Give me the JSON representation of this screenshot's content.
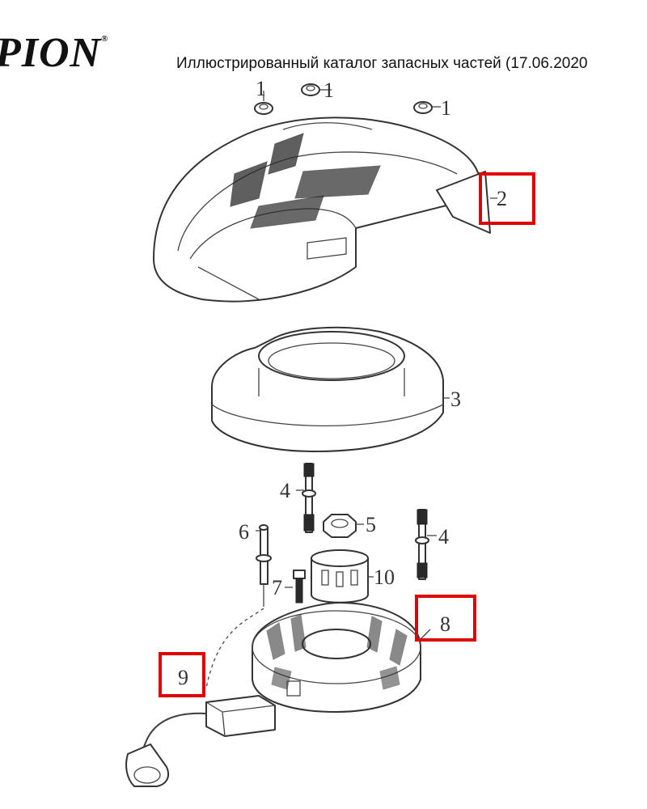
{
  "header": {
    "logo_text": "PION",
    "registered_mark": "®",
    "title": "Иллюстрированный каталог запасных частей (17.06.2020"
  },
  "callouts": {
    "nut_left": "1",
    "nut_middle": "1",
    "nut_right": "1",
    "cover": "2",
    "fan_housing": "3",
    "stud_center": "4",
    "nut_flywheel": "5",
    "stud_right": "4",
    "stud_left": "6",
    "bolt": "7",
    "flywheel": "8",
    "ignition_coil": "9",
    "starter_cup": "10"
  },
  "highlight_color": "#e00000"
}
